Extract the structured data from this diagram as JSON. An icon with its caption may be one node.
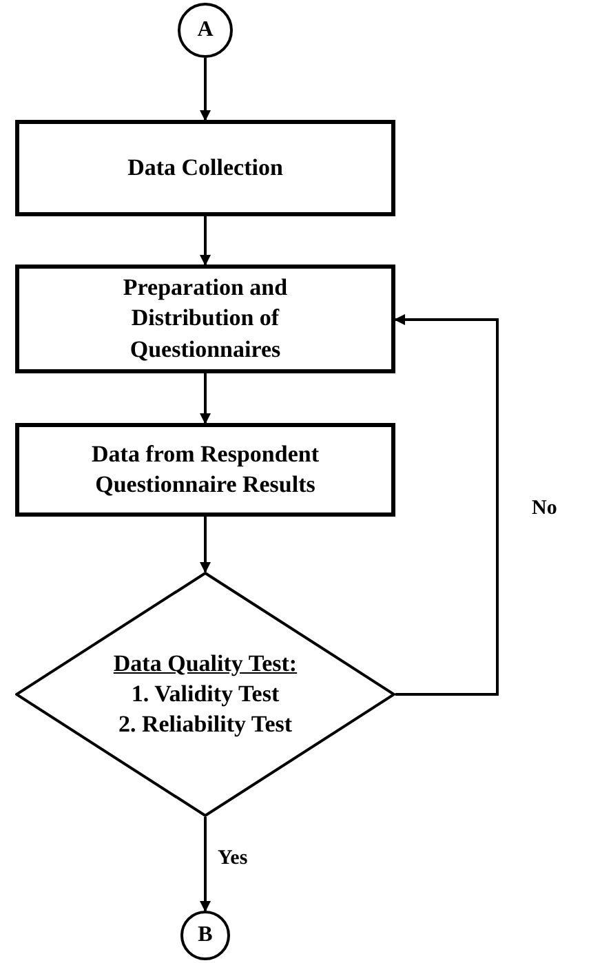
{
  "diagram": {
    "nodes": [
      {
        "text": [
          "A"
        ]
      },
      {
        "text": [
          "Data Collection"
        ]
      },
      {
        "text": [
          "Preparation and Distribution of Questionnaires"
        ]
      },
      {
        "text": [
          "Data from Respondent Questionnaire Results"
        ]
      },
      {
        "text": [
          "Data Quality Test:",
          "1. Validity Test",
          "2. Reliability Test"
        ]
      },
      {
        "text": [
          "B"
        ]
      }
    ],
    "edges": [
      {
        "from": 0,
        "to": 1,
        "arrow": "to"
      },
      {
        "from": 1,
        "to": 2,
        "arrow": "to"
      },
      {
        "from": 2,
        "to": 3,
        "arrow": "to"
      },
      {
        "from": 3,
        "to": 4,
        "arrow": "to"
      },
      {
        "from": 4,
        "to": 2,
        "arrow": "to",
        "label": "No"
      },
      {
        "from": 4,
        "to": 5,
        "arrow": "to",
        "label": "Yes"
      }
    ]
  }
}
